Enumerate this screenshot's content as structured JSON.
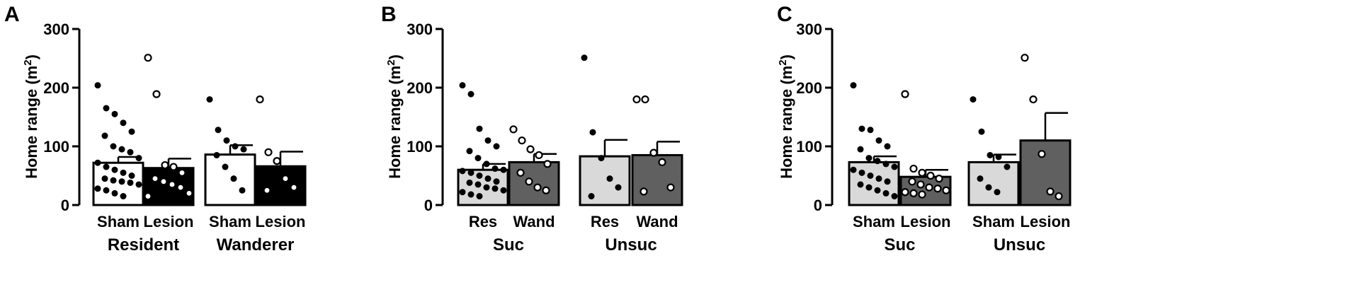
{
  "colors": {
    "white": "#ffffff",
    "black": "#000000",
    "light": "#d9d9d9",
    "dark": "#606060"
  },
  "chart_data": [
    {
      "panel": "A",
      "type": "bar",
      "ylabel_main": "Home range (m",
      "ylabel_sup": "2",
      "ylabel_close": ")",
      "ylim": [
        0,
        300
      ],
      "yticks": [
        "0",
        "100",
        "200",
        "300"
      ],
      "groups": [
        {
          "label": "Resident",
          "bars": [
            {
              "label": "Sham",
              "value": 72,
              "sem": 10,
              "fill": "white",
              "dot": "filled",
              "points": [
                204,
                165,
                155,
                140,
                125,
                118,
                100,
                95,
                90,
                80,
                72,
                65,
                60,
                55,
                50,
                45,
                42,
                40,
                38,
                35,
                28,
                25,
                20,
                15
              ]
            },
            {
              "label": "Lesion",
              "value": 63,
              "sem": 16,
              "fill": "black",
              "dot": "open",
              "points": [
                251,
                189,
                68,
                65,
                55,
                45,
                40,
                35,
                30,
                20,
                15
              ]
            }
          ]
        },
        {
          "label": "Wanderer",
          "bars": [
            {
              "label": "Sham",
              "value": 86,
              "sem": 16,
              "fill": "white",
              "dot": "filled",
              "points": [
                180,
                128,
                110,
                100,
                95,
                85,
                65,
                45,
                25
              ]
            },
            {
              "label": "Lesion",
              "value": 66,
              "sem": 25,
              "fill": "black",
              "dot": "open",
              "points": [
                180,
                90,
                75,
                45,
                30,
                25
              ]
            }
          ]
        }
      ]
    },
    {
      "panel": "B",
      "type": "bar",
      "ylabel_main": "Home range (m",
      "ylabel_sup": "2",
      "ylabel_close": ")",
      "ylim": [
        0,
        300
      ],
      "yticks": [
        "0",
        "100",
        "200",
        "300"
      ],
      "groups": [
        {
          "label": "Suc",
          "bars": [
            {
              "label": "Res",
              "value": 60,
              "sem": 10,
              "fill": "light",
              "dot": "filled",
              "points": [
                204,
                189,
                130,
                110,
                100,
                92,
                80,
                70,
                62,
                60,
                58,
                55,
                50,
                45,
                40,
                38,
                35,
                30,
                28,
                25,
                22,
                18,
                15
              ]
            },
            {
              "label": "Wand",
              "value": 73,
              "sem": 14,
              "fill": "dark",
              "dot": "open",
              "points": [
                129,
                110,
                95,
                85,
                70,
                55,
                40,
                30,
                25
              ]
            }
          ]
        },
        {
          "label": "Unsuc",
          "bars": [
            {
              "label": "Res",
              "value": 83,
              "sem": 28,
              "fill": "light",
              "dot": "filled",
              "points": [
                251,
                124,
                80,
                45,
                30,
                15
              ]
            },
            {
              "label": "Wand",
              "value": 85,
              "sem": 23,
              "fill": "dark",
              "dot": "open",
              "points": [
                180,
                180,
                89,
                73,
                30,
                23
              ]
            }
          ]
        }
      ]
    },
    {
      "panel": "C",
      "type": "bar",
      "ylabel_main": "Home range (m",
      "ylabel_sup": "2",
      "ylabel_close": ")",
      "ylim": [
        0,
        300
      ],
      "yticks": [
        "0",
        "100",
        "200",
        "300"
      ],
      "groups": [
        {
          "label": "Suc",
          "bars": [
            {
              "label": "Sham",
              "value": 73,
              "sem": 10,
              "fill": "light",
              "dot": "filled",
              "points": [
                204,
                130,
                128,
                110,
                100,
                95,
                80,
                75,
                70,
                65,
                60,
                55,
                50,
                45,
                40,
                35,
                30,
                25,
                20,
                15
              ]
            },
            {
              "label": "Lesion",
              "value": 48,
              "sem": 12,
              "fill": "dark",
              "dot": "open",
              "points": [
                189,
                62,
                55,
                50,
                45,
                40,
                35,
                30,
                28,
                25,
                22,
                20,
                18
              ]
            }
          ]
        },
        {
          "label": "Unsuc",
          "bars": [
            {
              "label": "Sham",
              "value": 73,
              "sem": 13,
              "fill": "light",
              "dot": "filled",
              "points": [
                180,
                125,
                85,
                82,
                65,
                45,
                30,
                22
              ]
            },
            {
              "label": "Lesion",
              "value": 110,
              "sem": 47,
              "fill": "dark",
              "dot": "open",
              "points": [
                251,
                180,
                87,
                23,
                15
              ]
            }
          ]
        }
      ]
    }
  ]
}
